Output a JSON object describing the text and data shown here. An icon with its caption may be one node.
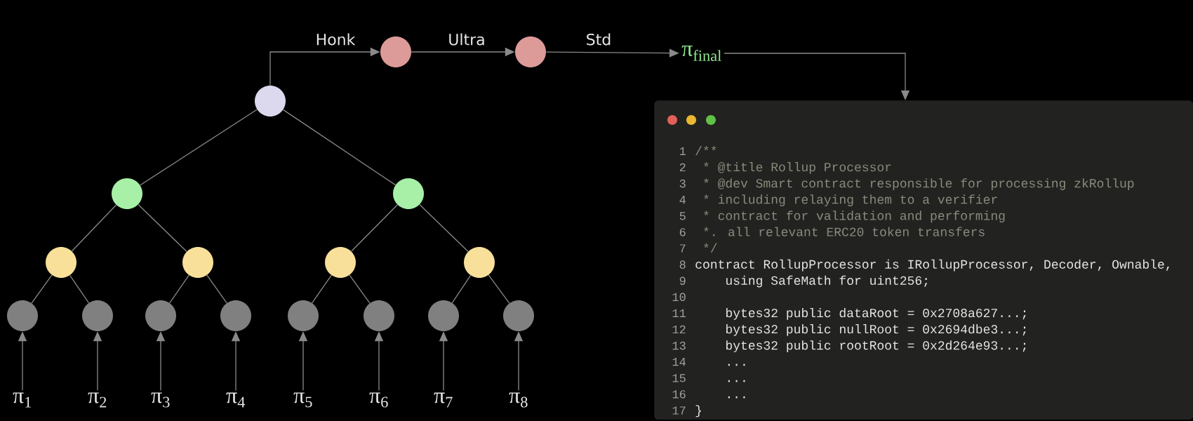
{
  "diagram": {
    "nodes": [
      {
        "text": [],
        "shape": "circle"
      },
      {
        "text": [],
        "shape": "circle"
      },
      {
        "text": [],
        "shape": "circle"
      },
      {
        "text": [],
        "shape": "circle"
      },
      {
        "text": [],
        "shape": "circle"
      },
      {
        "text": [],
        "shape": "circle"
      },
      {
        "text": [],
        "shape": "circle"
      },
      {
        "text": [],
        "shape": "circle"
      },
      {
        "text": [],
        "shape": "circle"
      },
      {
        "text": [],
        "shape": "circle"
      },
      {
        "text": [],
        "shape": "circle"
      },
      {
        "text": [],
        "shape": "circle"
      },
      {
        "text": [],
        "shape": "circle"
      },
      {
        "text": [],
        "shape": "circle"
      },
      {
        "text": [],
        "shape": "circle"
      },
      {
        "text": [],
        "shape": "circle"
      },
      {
        "text": [],
        "shape": "circle"
      },
      {
        "text": [
          "π$_{final}$"
        ]
      },
      {
        "text": [
          "/**",
          "* @title Rollup Processor",
          "* @dev Smart contract responsible for processing zkRollup",
          "* including relaying them to a verifier",
          "* contract for validation and performing",
          "*. all relevant ERC20 token transfers",
          "*/",
          "contract RollupProcessor is IRollupProcessor, Decoder, Ownable,",
          "using SafeMath for uint256;",
          "bytes32 public dataRoot = 0x2708a627...;",
          "bytes32 public nullRoot = 0x2694dbe3...;",
          "bytes32 public rootRoot = 0x2d264e93...;",
          "...",
          "...",
          "...",
          "}"
        ]
      },
      {
        "text": [
          "π$_{1}$"
        ]
      },
      {
        "text": [
          "π$_{2}$"
        ]
      },
      {
        "text": [
          "π$_{3}$"
        ]
      },
      {
        "text": [
          "π$_{4}$"
        ]
      },
      {
        "text": [
          "π$_{5}$"
        ]
      },
      {
        "text": [
          "π$_{6}$"
        ]
      },
      {
        "text": [
          "π$_{7}$"
        ]
      },
      {
        "text": [
          "π$_{8}$"
        ]
      }
    ],
    "edges": [
      {
        "from": 0,
        "to": 1,
        "arrow": "none"
      },
      {
        "from": 0,
        "to": 2,
        "arrow": "none"
      },
      {
        "from": 1,
        "to": 3,
        "arrow": "none"
      },
      {
        "from": 1,
        "to": 4,
        "arrow": "none"
      },
      {
        "from": 2,
        "to": 5,
        "arrow": "none"
      },
      {
        "from": 2,
        "to": 6,
        "arrow": "none"
      },
      {
        "from": 3,
        "to": 7,
        "arrow": "none"
      },
      {
        "from": 3,
        "to": 8,
        "arrow": "none"
      },
      {
        "from": 4,
        "to": 9,
        "arrow": "none"
      },
      {
        "from": 4,
        "to": 10,
        "arrow": "none"
      },
      {
        "from": 5,
        "to": 11,
        "arrow": "none"
      },
      {
        "from": 5,
        "to": 12,
        "arrow": "none"
      },
      {
        "from": 6,
        "to": 13,
        "arrow": "none"
      },
      {
        "from": 6,
        "to": 14,
        "arrow": "none"
      },
      {
        "from": 19,
        "to": 7,
        "arrow": "to"
      },
      {
        "from": 20,
        "to": 8,
        "arrow": "to"
      },
      {
        "from": 21,
        "to": 9,
        "arrow": "to"
      },
      {
        "from": 22,
        "to": 10,
        "arrow": "to"
      },
      {
        "from": 23,
        "to": 11,
        "arrow": "to"
      },
      {
        "from": 24,
        "to": 12,
        "arrow": "to"
      },
      {
        "from": 25,
        "to": 13,
        "arrow": "to"
      },
      {
        "from": 26,
        "to": 14,
        "arrow": "to"
      },
      {
        "from": 0,
        "to": 15,
        "arrow": "to",
        "label": "Honk"
      },
      {
        "from": 15,
        "to": 16,
        "arrow": "to",
        "label": "Ultra"
      },
      {
        "from": 16,
        "to": 17,
        "arrow": "to",
        "label": "Std"
      },
      {
        "from": 17,
        "to": 18,
        "arrow": "to"
      }
    ],
    "labels": [
      "1",
      "2",
      "3",
      "4",
      "5",
      "6",
      "7",
      "8",
      "9",
      "10",
      "11",
      "12",
      "13",
      "14",
      "15",
      "16",
      "17"
    ]
  }
}
